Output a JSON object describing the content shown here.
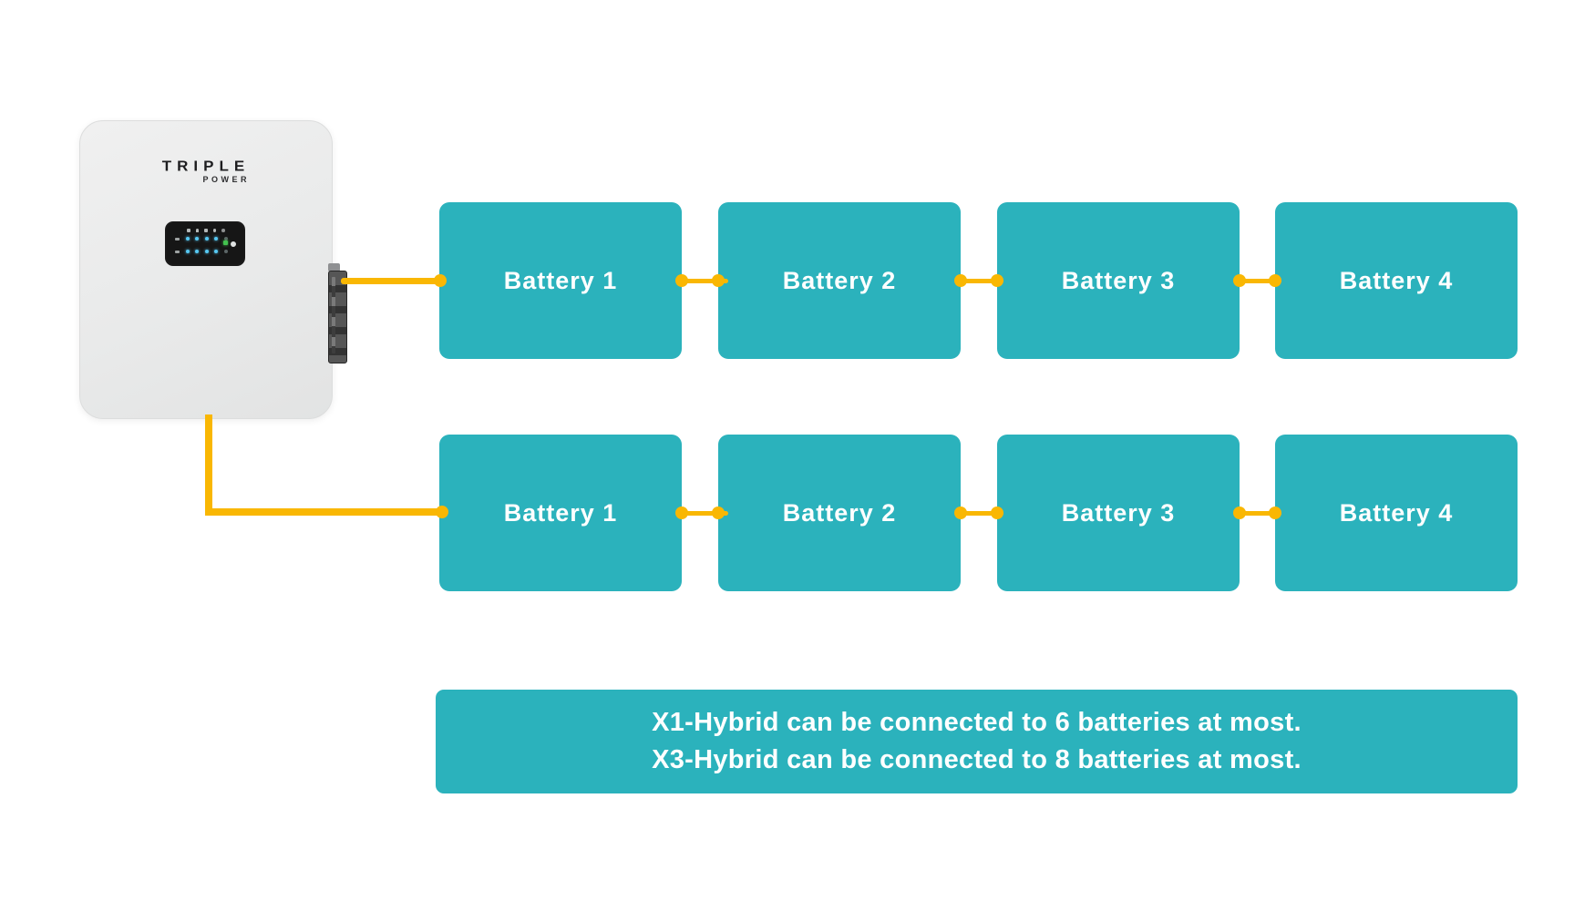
{
  "page_bg": "#ffffff",
  "colors": {
    "teal": "#2bb2bc",
    "yellow": "#f9b703",
    "device_body": "#e9eaea",
    "display_bg": "#161616",
    "logo_text": "#1d1d1f",
    "battery_label": "#ffffff",
    "led_blue": "#57c8f2",
    "led_green": "#43c24e"
  },
  "device": {
    "brand_line1": "TRIPLE",
    "brand_line2": "POWER",
    "display": {
      "led_rows": 2,
      "leds_per_row": 5,
      "status_icons": 5,
      "power_led_color": "green"
    }
  },
  "rows": [
    {
      "name": "battery-string-1",
      "batteries": [
        {
          "label": "Battery 1"
        },
        {
          "label": "Battery 2"
        },
        {
          "label": "Battery 3"
        },
        {
          "label": "Battery 4"
        }
      ]
    },
    {
      "name": "battery-string-2",
      "batteries": [
        {
          "label": "Battery 1"
        },
        {
          "label": "Battery 2"
        },
        {
          "label": "Battery 3"
        },
        {
          "label": "Battery 4"
        }
      ]
    }
  ],
  "note": {
    "line1": "X1-Hybrid can be connected to 6 batteries at most.",
    "line2": "X3-Hybrid can be connected to 8 batteries at most."
  }
}
